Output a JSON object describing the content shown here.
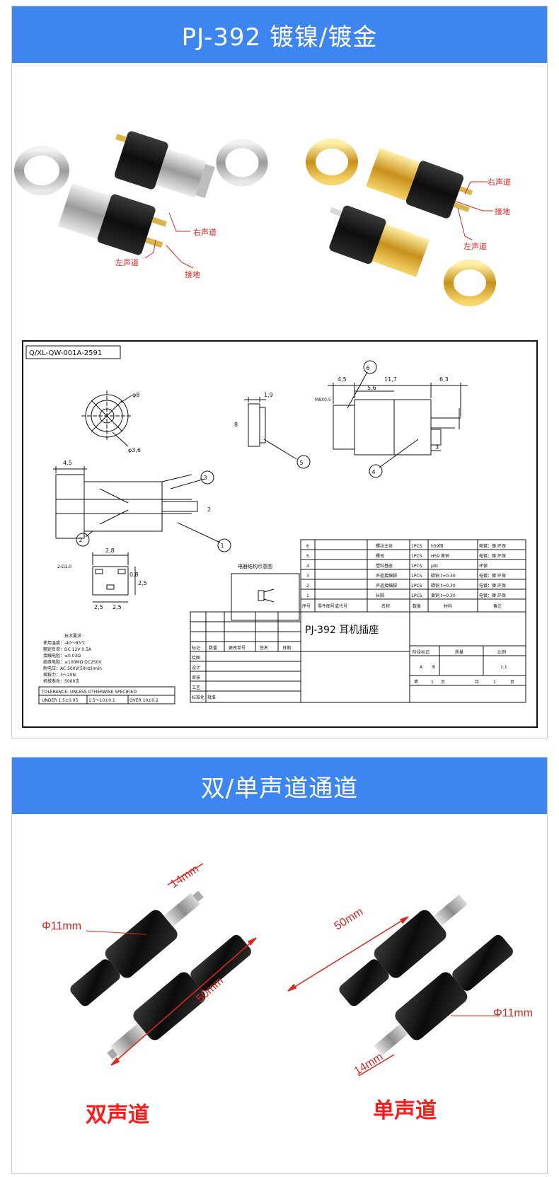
{
  "section1": {
    "title": "PJ-392 镀镍/镀金",
    "nickel_labels": {
      "right": "右声道",
      "left": "左声道",
      "ground": "接地"
    },
    "gold_labels": {
      "right": "右声道",
      "ground": "接地",
      "left": "左声道"
    },
    "drawing": {
      "doc_code": "Q/XL-QW-001A-2591",
      "dims": {
        "d8": "φ8",
        "d36": "φ3,6",
        "d19": "1,9",
        "d8b": "8",
        "d45": "4,5",
        "d117": "11,7",
        "d63": "6,3",
        "d56": "5,6",
        "d3": "3",
        "d45b": "4,5",
        "d2": "2",
        "d28": "2,8",
        "d08": "0,8",
        "d25": "2,5",
        "d25b": "2,5",
        "d25c": "2,5",
        "thread": "M8X0.5",
        "holes": "2-Ω1,0"
      },
      "balloons": [
        "1",
        "2",
        "3",
        "4",
        "5",
        "6"
      ],
      "schematic_title": "电器结构示意图",
      "bom_rows": [
        {
          "no": "6",
          "name": "螺纹主体",
          "qty": "1PCS",
          "mat": "h59铜",
          "note": "电镀：镍 环保"
        },
        {
          "no": "5",
          "name": "螺母",
          "qty": "1PCS",
          "mat": "H59 黄铜",
          "note": "电镀：镍 环保"
        },
        {
          "no": "4",
          "name": "塑料基座",
          "qty": "1PCS",
          "mat": "pbt",
          "note": "环保"
        },
        {
          "no": "3",
          "name": "声道接触脚",
          "qty": "1PCS",
          "mat": "磷铜 t=0.30",
          "note": "电镀：镍 环保"
        },
        {
          "no": "2",
          "name": "声道接触脚",
          "qty": "1PCS",
          "mat": "磷铜 t=0.30",
          "note": "电镀：镍 环保"
        },
        {
          "no": "1",
          "name": "长脚",
          "qty": "1PCS",
          "mat": "黄铜 t=0.30",
          "note": "电镀：镍 环保"
        }
      ],
      "bom_header": [
        "序号",
        "零件图号或代号",
        "名称",
        "数量",
        "材料",
        "备注"
      ],
      "part_title": "PJ-392 耳机插座",
      "sign_header": [
        "标记",
        "数量",
        "更改单号",
        "签名",
        "日期"
      ],
      "sign_rows": [
        "绘图",
        "设计",
        "审核",
        "工艺",
        "标准化",
        "批准"
      ],
      "stage_header": [
        "阶段标记",
        "质量",
        "比例"
      ],
      "stage_values": [
        "A",
        "B",
        "1:1"
      ],
      "page_info": [
        "第",
        "1",
        "页",
        "共",
        "1",
        "页"
      ],
      "spec_title": "技术要求",
      "specs": [
        "使用温度：-40～85℃",
        "额定负荷：DC 12V 0.5A",
        "接触电阻：≤0.03Ω",
        "绝缘电阻：≥100MΩ DC250V",
        "耐电压：AC 500V(50Hz)/min",
        "插拔力：3～20N",
        "机械寿命：5000次"
      ],
      "tolerance_title": "TOLERANCE: UNLESS OTHERWISE SPECIFIED",
      "tolerance": [
        "UNDER 1.5±0.05",
        "1.5～10±0.1",
        "OVER 10±0.2"
      ]
    }
  },
  "section2": {
    "title": "双/单声道通道",
    "stereo": {
      "phi": "Φ11mm",
      "tip": "14mm",
      "len": "50mm",
      "label": "双声道"
    },
    "mono": {
      "phi": "Φ11mm",
      "tip": "14mm",
      "len": "50mm",
      "label": "单声道"
    }
  },
  "colors": {
    "header": "#3d86f2",
    "callout": "#e0261f",
    "label": "#ff1a1a"
  }
}
